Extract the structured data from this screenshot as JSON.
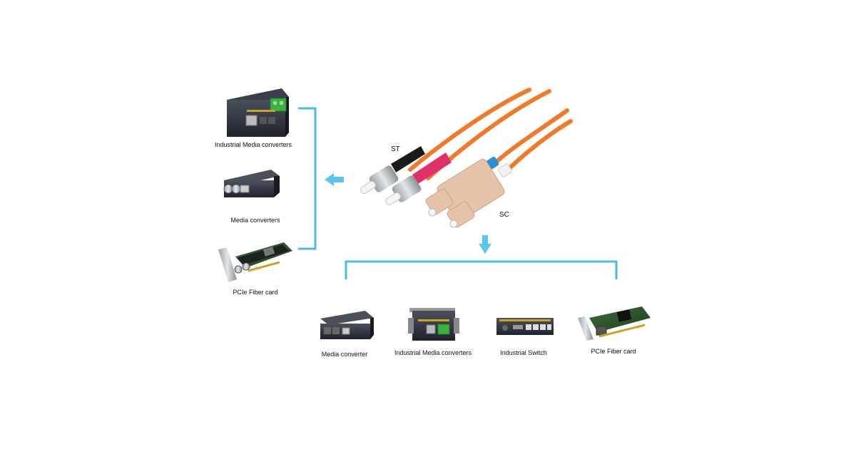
{
  "colors": {
    "bracket": "#4fb8e3",
    "arrow": "#5cc3ea",
    "fiber": "#f07a2a",
    "device_dark": "#2b2f3a",
    "st_boot_black": "#1a1a1a",
    "st_boot_pink": "#e0306a",
    "sc_body": "#e6c3a8",
    "sc_blue": "#2c8fd6"
  },
  "connectors": {
    "st_label": "ST",
    "sc_label": "SC"
  },
  "left_devices": [
    {
      "label": "Industrial Media converters",
      "icon": "industrial-media-converter-icon"
    },
    {
      "label": "Media converters",
      "icon": "media-converter-icon"
    },
    {
      "label": "PCIe Fiber card",
      "icon": "pcie-fiber-card-icon"
    }
  ],
  "bottom_devices": [
    {
      "label": "Media converter",
      "icon": "media-converter-icon"
    },
    {
      "label": "Industrial Media converters",
      "icon": "industrial-media-converter-icon"
    },
    {
      "label": "Industrial Switch",
      "icon": "industrial-switch-icon"
    },
    {
      "label": "PCIe Fiber card",
      "icon": "pcie-fiber-card-icon"
    }
  ]
}
